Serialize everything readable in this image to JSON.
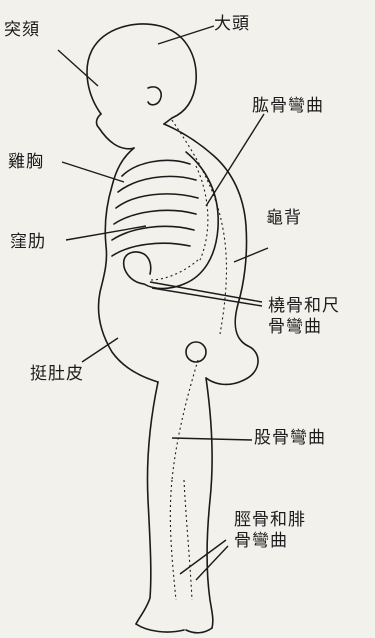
{
  "labels": {
    "fontanelle": "突頦",
    "big_head": "大頭",
    "humerus_bend": "肱骨彎曲",
    "chicken_chest": "雞胸",
    "hunchback": "龜背",
    "rib_depression": "窪肋",
    "radius_ulna_line1": "橈骨和尺",
    "radius_ulna_line2": "骨彎曲",
    "pot_belly": "挺肚皮",
    "femur_bend": "股骨彎曲",
    "tibia_fibula_line1": "脛骨和腓",
    "tibia_fibula_line2": "骨彎曲"
  },
  "colors": {
    "background": "#f2f1ec",
    "ink": "#1b1b1b"
  }
}
